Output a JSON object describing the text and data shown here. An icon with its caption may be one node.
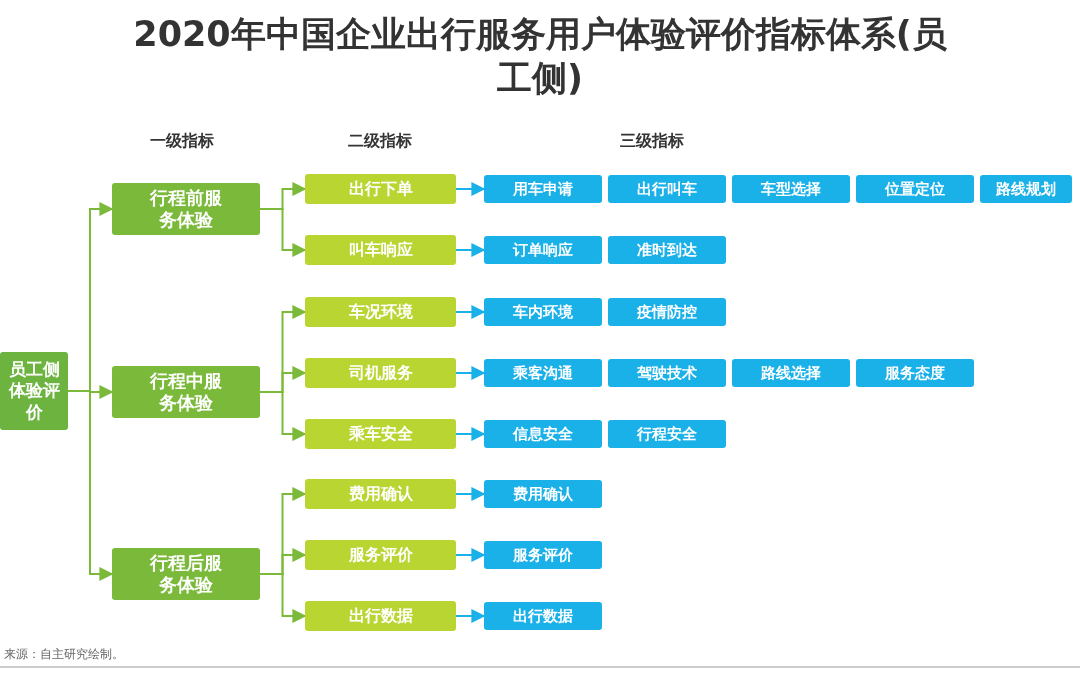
{
  "diagram": {
    "title": "2020年中国企业出行服务用户体验评价指标体系(员工侧)",
    "nodes": [
      {
        "text": [
          "员工侧体验评价"
        ]
      },
      {
        "text": [
          "行程前服务体验"
        ]
      },
      {
        "text": [
          "出行下单"
        ]
      },
      {
        "text": [
          "用车申请"
        ]
      },
      {
        "text": [
          "出行叫车"
        ]
      },
      {
        "text": [
          "车型选择"
        ]
      },
      {
        "text": [
          "位置定位"
        ]
      },
      {
        "text": [
          "路线规划"
        ]
      },
      {
        "text": [
          "叫车响应"
        ]
      },
      {
        "text": [
          "订单响应"
        ]
      },
      {
        "text": [
          "准时到达"
        ]
      },
      {
        "text": [
          "行程中服务体验"
        ]
      },
      {
        "text": [
          "车况环境"
        ]
      },
      {
        "text": [
          "车内环境"
        ]
      },
      {
        "text": [
          "疫情防控"
        ]
      },
      {
        "text": [
          "司机服务"
        ]
      },
      {
        "text": [
          "乘客沟通"
        ]
      },
      {
        "text": [
          "驾驶技术"
        ]
      },
      {
        "text": [
          "路线选择"
        ]
      },
      {
        "text": [
          "服务态度"
        ]
      },
      {
        "text": [
          "乘车安全"
        ]
      },
      {
        "text": [
          "信息安全"
        ]
      },
      {
        "text": [
          "行程安全"
        ]
      },
      {
        "text": [
          "行程后服务体验"
        ]
      },
      {
        "text": [
          "费用确认"
        ]
      },
      {
        "text": [
          "费用确认"
        ]
      },
      {
        "text": [
          "服务评价"
        ]
      },
      {
        "text": [
          "服务评价"
        ]
      },
      {
        "text": [
          "出行数据"
        ]
      },
      {
        "text": [
          "出行数据"
        ]
      }
    ],
    "edges": [
      {
        "from": 0,
        "to": 1,
        "arrow": "to"
      },
      {
        "from": 0,
        "to": 11,
        "arrow": "to"
      },
      {
        "from": 0,
        "to": 23,
        "arrow": "to"
      },
      {
        "from": 1,
        "to": 2,
        "arrow": "to"
      },
      {
        "from": 1,
        "to": 8,
        "arrow": "to"
      },
      {
        "from": 11,
        "to": 12,
        "arrow": "to"
      },
      {
        "from": 11,
        "to": 15,
        "arrow": "to"
      },
      {
        "from": 11,
        "to": 20,
        "arrow": "to"
      },
      {
        "from": 23,
        "to": 24,
        "arrow": "to"
      },
      {
        "from": 23,
        "to": 26,
        "arrow": "to"
      },
      {
        "from": 23,
        "to": 28,
        "arrow": "to"
      },
      {
        "from": 2,
        "to": 3,
        "arrow": "to",
        "color": "#1ab0e8"
      },
      {
        "from": 8,
        "to": 9,
        "arrow": "to",
        "color": "#1ab0e8"
      },
      {
        "from": 12,
        "to": 13,
        "arrow": "to",
        "color": "#1ab0e8"
      },
      {
        "from": 15,
        "to": 16,
        "arrow": "to",
        "color": "#1ab0e8"
      },
      {
        "from": 20,
        "to": 21,
        "arrow": "to",
        "color": "#1ab0e8"
      },
      {
        "from": 24,
        "to": 25,
        "arrow": "to",
        "color": "#1ab0e8"
      },
      {
        "from": 26,
        "to": 27,
        "arrow": "to",
        "color": "#1ab0e8"
      },
      {
        "from": 28,
        "to": 29,
        "arrow": "to",
        "color": "#1ab0e8"
      }
    ],
    "labels": [
      "一级指标",
      "二级指标",
      "三级指标",
      "来源：自主研究绘制。"
    ]
  }
}
